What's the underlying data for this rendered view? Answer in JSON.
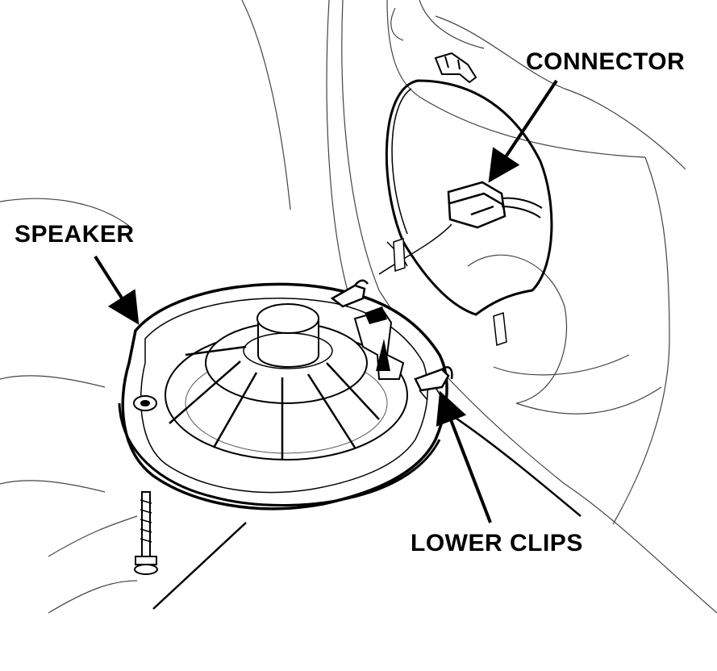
{
  "labels": {
    "connector": "CONNECTOR",
    "speaker": "SPEAKER",
    "lower_clips": "LOWER CLIPS"
  },
  "colors": {
    "ink": "#000000",
    "background": "#ffffff",
    "thin_line": "#555555"
  }
}
